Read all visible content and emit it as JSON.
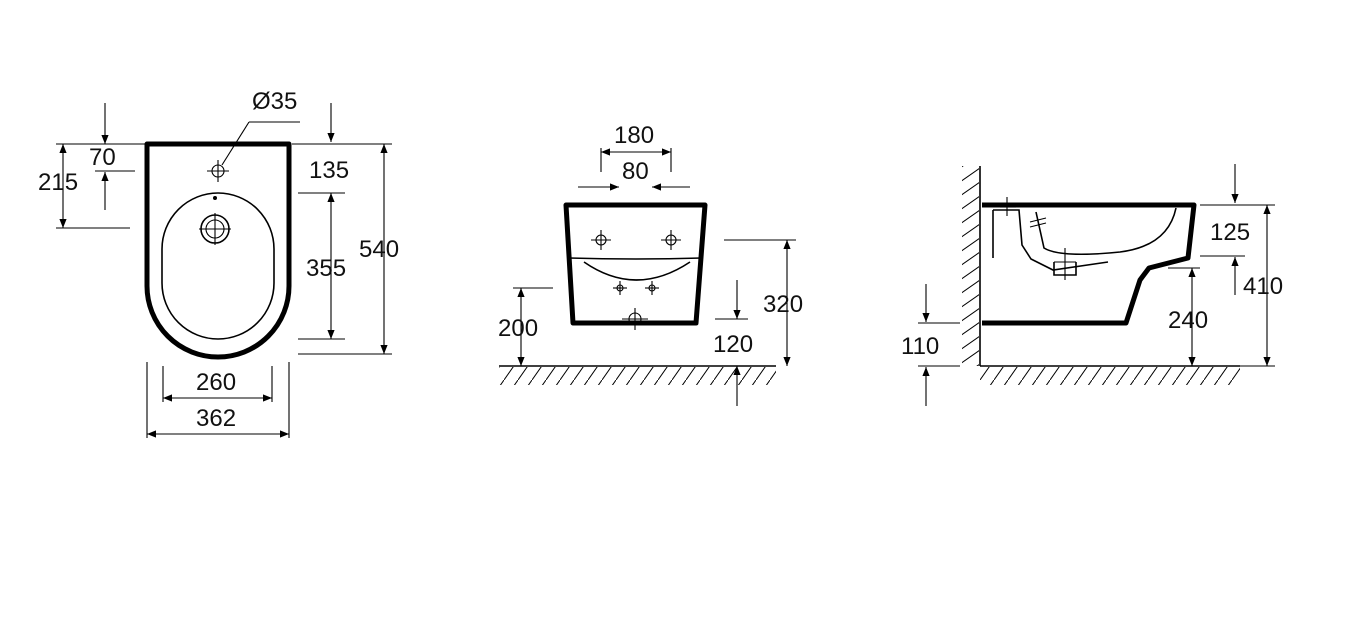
{
  "top_view": {
    "d_hole": "Ø35",
    "d_70": "70",
    "d_215": "215",
    "d_135": "135",
    "d_355": "355",
    "d_540": "540",
    "d_260": "260",
    "d_362": "362"
  },
  "rear_view": {
    "d_180": "180",
    "d_80": "80",
    "d_200": "200",
    "d_320": "320",
    "d_120": "120"
  },
  "side_view": {
    "d_125": "125",
    "d_410": "410",
    "d_240": "240",
    "d_110": "110"
  }
}
